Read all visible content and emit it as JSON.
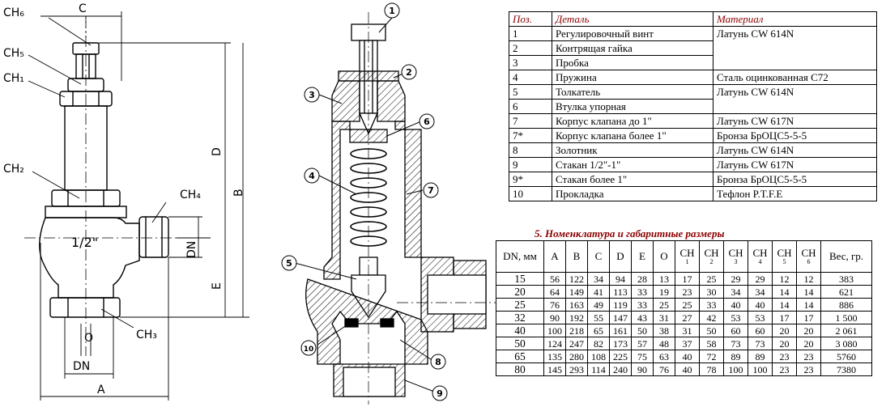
{
  "left_drawing": {
    "labels": {
      "ch6": "CH₆",
      "ch5": "CH₅",
      "ch1": "CH₁",
      "ch2": "CH₂",
      "ch4": "CH₄",
      "ch3": "CH₃",
      "c": "C",
      "d": "D",
      "b": "B",
      "e": "E",
      "dn_v": "DN",
      "o": "O",
      "dn_h": "DN",
      "a": "A",
      "size": "1/2\""
    }
  },
  "section_drawing": {
    "callouts": [
      "1",
      "2",
      "3",
      "4",
      "5",
      "6",
      "7",
      "8",
      "9",
      "10"
    ]
  },
  "parts_table": {
    "headers": {
      "pos": "Поз.",
      "part": "Деталь",
      "material": "Материал"
    },
    "rows": [
      {
        "pos": "1",
        "part": "Регулировочный винт",
        "material": "Латунь CW 614N"
      },
      {
        "pos": "2",
        "part": "Контрящая гайка",
        "material": ""
      },
      {
        "pos": "3",
        "part": "Пробка",
        "material": ""
      },
      {
        "pos": "4",
        "part": "Пружина",
        "material": "Сталь оцинкованная C72"
      },
      {
        "pos": "5",
        "part": "Толкатель",
        "material": "Латунь CW 614N"
      },
      {
        "pos": "6",
        "part": "Втулка упорная",
        "material": ""
      },
      {
        "pos": "7",
        "part": "Корпус клапана до 1\"",
        "material": "Латунь CW 617N"
      },
      {
        "pos": "7*",
        "part": "Корпус клапана более 1\"",
        "material": "Бронза БрОЦС5-5-5"
      },
      {
        "pos": "8",
        "part": "Золотник",
        "material": "Латунь CW 614N"
      },
      {
        "pos": "9",
        "part": "Стакан 1/2\"-1\"",
        "material": "Латунь CW 617N"
      },
      {
        "pos": "9*",
        "part": "Стакан более 1\"",
        "material": "Бронза БрОЦС5-5-5"
      },
      {
        "pos": "10",
        "part": "Прокладка",
        "material": "Тефлон P.T.F.E"
      }
    ]
  },
  "dims_section": {
    "title": "5.  Номенклатура и габаритные размеры",
    "headers": {
      "dn": "DN, мм",
      "a": "A",
      "b": "B",
      "c": "C",
      "d": "D",
      "e": "E",
      "o": "O",
      "ch": "CH",
      "ch_subs": [
        "1",
        "2",
        "3",
        "4",
        "5",
        "6"
      ],
      "weight": "Вес, гр."
    },
    "rows": [
      [
        "15",
        "56",
        "122",
        "34",
        "94",
        "28",
        "13",
        "17",
        "25",
        "29",
        "29",
        "12",
        "12",
        "383"
      ],
      [
        "20",
        "64",
        "149",
        "41",
        "113",
        "33",
        "19",
        "23",
        "30",
        "34",
        "34",
        "14",
        "14",
        "621"
      ],
      [
        "25",
        "76",
        "163",
        "49",
        "119",
        "33",
        "25",
        "25",
        "33",
        "40",
        "40",
        "14",
        "14",
        "886"
      ],
      [
        "32",
        "90",
        "192",
        "55",
        "147",
        "43",
        "31",
        "27",
        "42",
        "53",
        "53",
        "17",
        "17",
        "1 500"
      ],
      [
        "40",
        "100",
        "218",
        "65",
        "161",
        "50",
        "38",
        "31",
        "50",
        "60",
        "60",
        "20",
        "20",
        "2 061"
      ],
      [
        "50",
        "124",
        "247",
        "82",
        "173",
        "57",
        "48",
        "37",
        "58",
        "73",
        "73",
        "20",
        "20",
        "3 080"
      ],
      [
        "65",
        "135",
        "280",
        "108",
        "225",
        "75",
        "63",
        "40",
        "72",
        "89",
        "89",
        "23",
        "23",
        "5760"
      ],
      [
        "80",
        "145",
        "293",
        "114",
        "240",
        "90",
        "76",
        "40",
        "78",
        "100",
        "100",
        "23",
        "23",
        "7380"
      ]
    ]
  }
}
